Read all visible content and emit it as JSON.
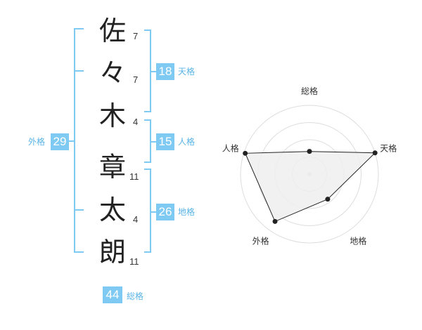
{
  "name": {
    "characters": [
      {
        "char": "佐",
        "strokes": "7"
      },
      {
        "char": "々",
        "strokes": "7"
      },
      {
        "char": "木",
        "strokes": "4"
      },
      {
        "char": "章",
        "strokes": "11"
      },
      {
        "char": "太",
        "strokes": "4"
      },
      {
        "char": "朗",
        "strokes": "11"
      }
    ]
  },
  "fortunes": {
    "tenkaku": {
      "value": "18",
      "label": "天格"
    },
    "jinkaku": {
      "value": "15",
      "label": "人格"
    },
    "chikaku": {
      "value": "26",
      "label": "地格"
    },
    "gaikaku": {
      "value": "29",
      "label": "外格"
    },
    "soukaku": {
      "value": "44",
      "label": "総格"
    }
  },
  "colors": {
    "accent": "#7fcaf3",
    "accent_text": "#5ab4e6",
    "radar_fill": "#eeeeee",
    "radar_line": "#222222",
    "ring": "#dddddd"
  },
  "chart_data": {
    "type": "radar",
    "axes": [
      "総格",
      "天格",
      "地格",
      "外格",
      "人格"
    ],
    "values": [
      0.33,
      1.0,
      0.45,
      0.85,
      0.98
    ],
    "rings": 4
  }
}
